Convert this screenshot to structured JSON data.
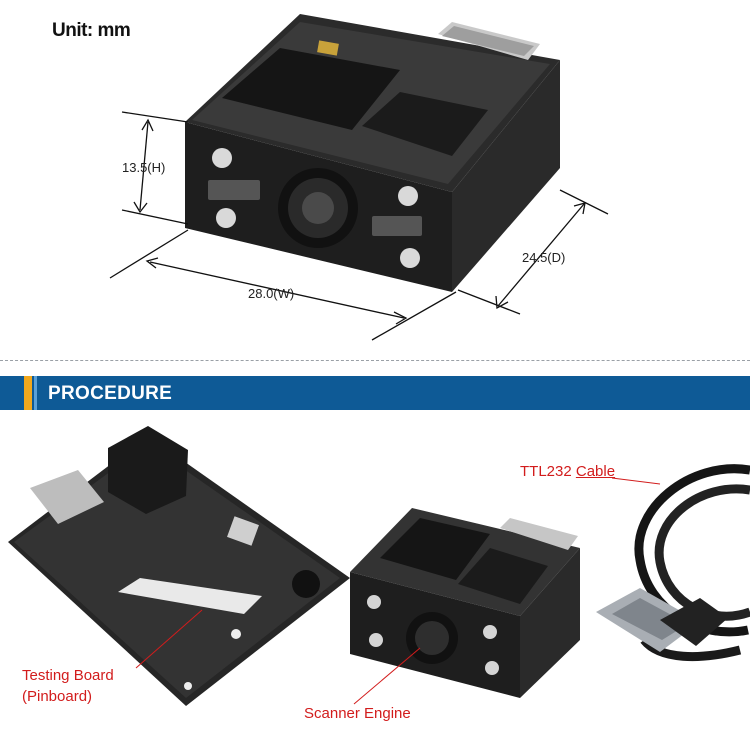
{
  "header": {
    "unit_label": "Unit: mm"
  },
  "dimensions": {
    "height_label": "13.5(H)",
    "width_label": "28.0(W)",
    "depth_label": "24.5(D)"
  },
  "procedure": {
    "title": "PROCEDURE",
    "testing_board_line1": "Testing Board",
    "testing_board_line2": "(Pinboard)",
    "scanner_engine": "Scanner Engine",
    "cable_prefix": "TTL232",
    "cable_word": "Cable"
  },
  "colors": {
    "banner": "#0e5a96",
    "banner_accent": "#f2a81d",
    "label_red": "#d21c1c"
  }
}
